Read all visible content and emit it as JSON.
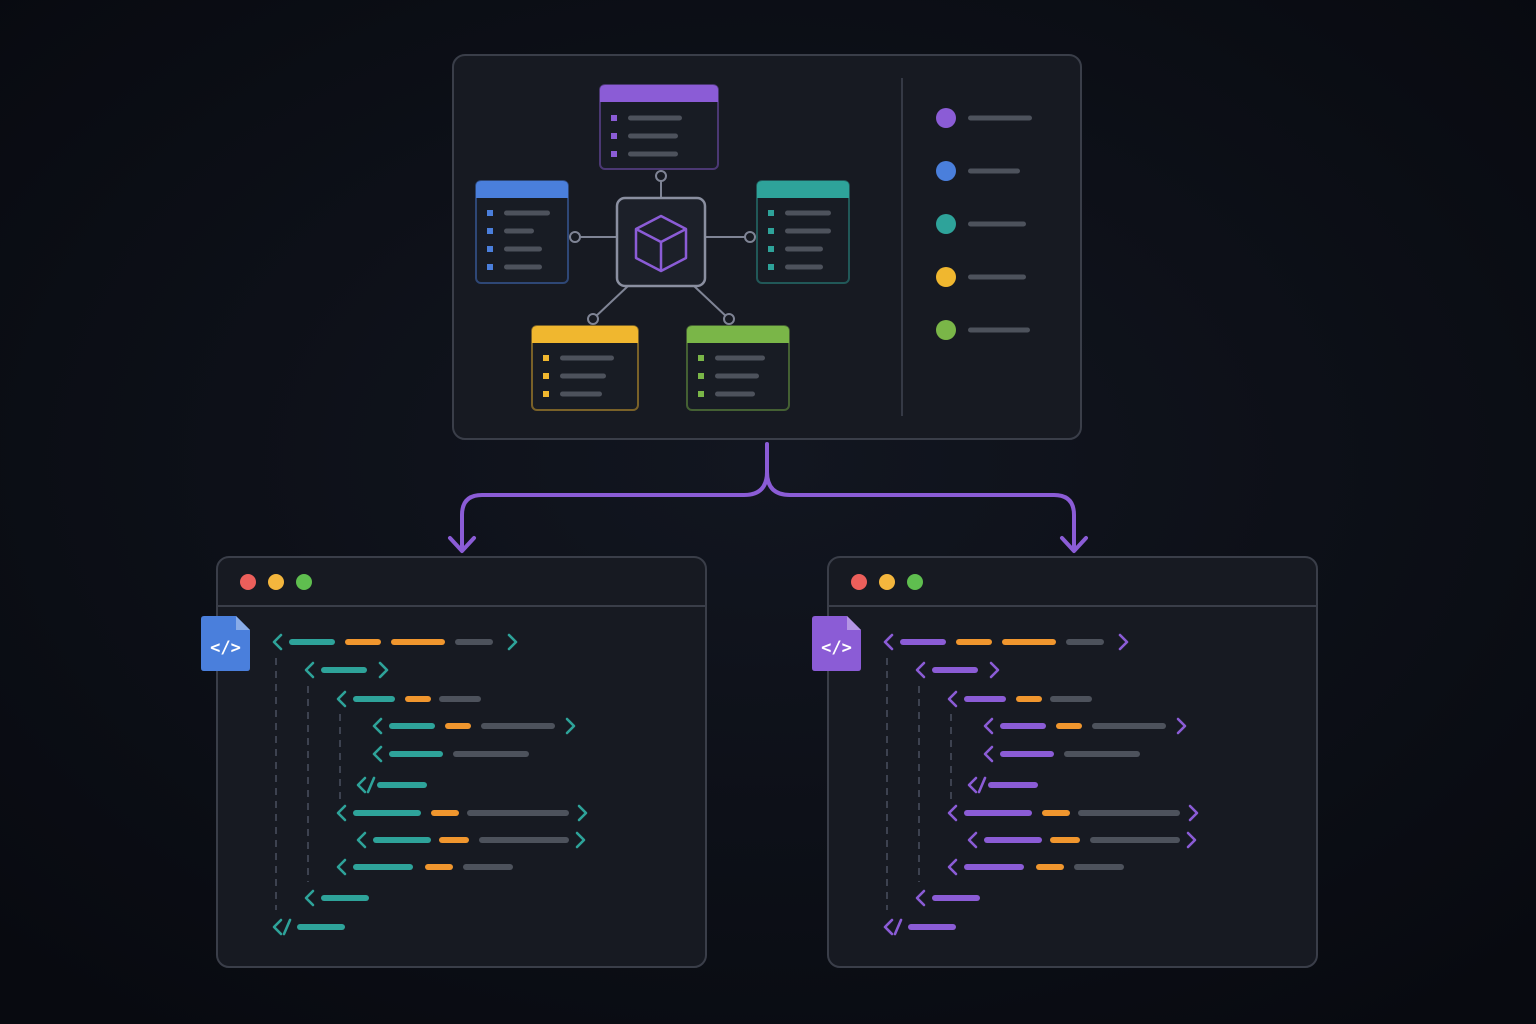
{
  "colors": {
    "background": "#0c0f16",
    "panel": "#171a22",
    "panel_border": "#3a3e49",
    "muted": "#4d525c",
    "purple": "#8b5cd6",
    "blue": "#4a7fdc",
    "teal": "#2ea39a",
    "yellow": "#f0b72f",
    "green": "#7ab648",
    "orange": "#f0962e",
    "red_dot": "#ec5f5b",
    "yellow_dot": "#f4b63d",
    "green_dot": "#5fbe4f",
    "arrow": "#8b5cd6"
  },
  "diagram": {
    "hub_icon": "cube-icon",
    "tables": [
      {
        "name": "top",
        "color": "purple",
        "rows": 3
      },
      {
        "name": "left",
        "color": "blue",
        "rows": 4
      },
      {
        "name": "right",
        "color": "teal",
        "rows": 4
      },
      {
        "name": "bottom-left",
        "color": "yellow",
        "rows": 3
      },
      {
        "name": "bottom-right",
        "color": "green",
        "rows": 3
      }
    ],
    "legend": [
      "purple",
      "blue",
      "teal",
      "yellow",
      "green"
    ]
  },
  "windows": [
    {
      "name": "left",
      "accent": "teal",
      "file_icon_color": "blue",
      "file_icon": "code-file-icon"
    },
    {
      "name": "right",
      "accent": "purple",
      "file_icon_color": "purple",
      "file_icon": "code-file-icon"
    }
  ],
  "file_icon_glyph": "</>",
  "close_slash": "/"
}
